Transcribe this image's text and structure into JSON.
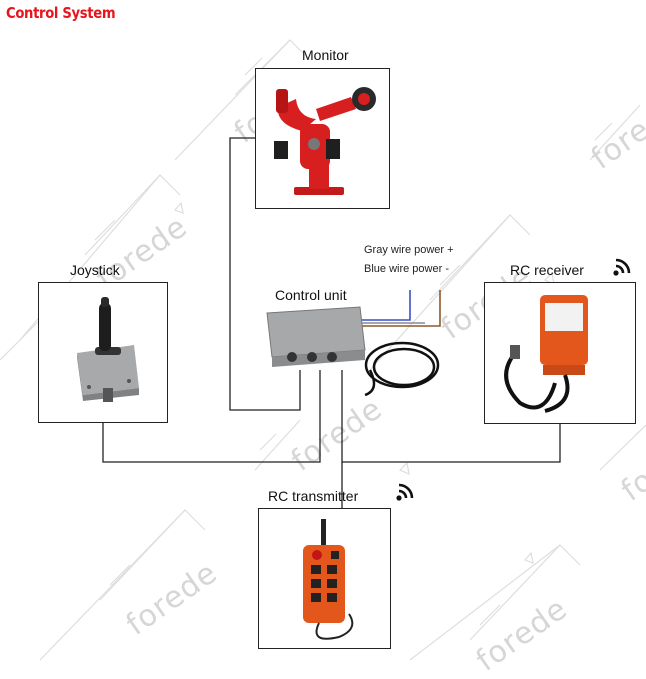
{
  "page_title": "Control System",
  "components": {
    "monitor": "Monitor",
    "joystick": "Joystick",
    "control_unit": "Control unit",
    "rc_receiver": "RC receiver",
    "rc_transmitter": "RC transmitter"
  },
  "wiring_notes": {
    "gray_wire": "Gray wire power +",
    "blue_wire": "Blue wire power  -"
  },
  "watermark": "forede",
  "colors": {
    "title": "#e8141b",
    "monitor_red": "#d81f1f",
    "receiver_orange": "#e4571c",
    "enclosure_gray": "#9a9c9e",
    "gray_wire": "#8b8b8b",
    "blue_wire": "#3a4fc8",
    "brown_wire": "#8a5a2b"
  }
}
